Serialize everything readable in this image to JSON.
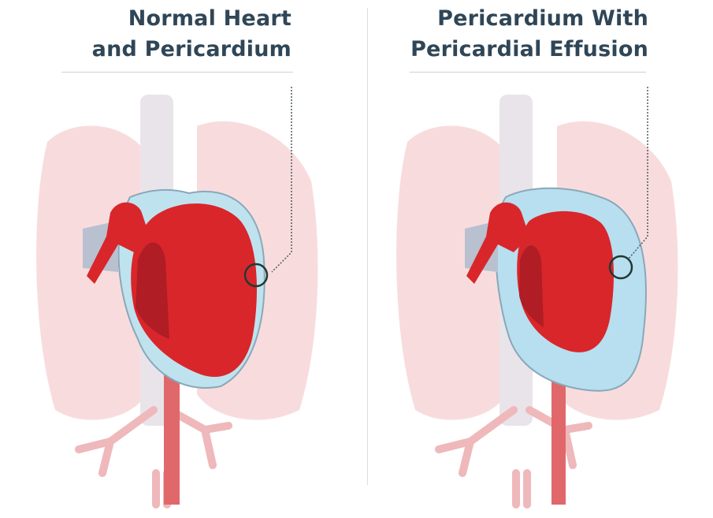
{
  "panels": [
    {
      "title_line1": "Normal Heart",
      "title_line2": "and Pericardium"
    },
    {
      "title_line1": "Pericardium With",
      "title_line2": "Pericardial Effusion"
    }
  ],
  "colors": {
    "title": "#2f4657",
    "heart": "#d9262b",
    "heart_dark": "#b01d24",
    "pericardium": "#bfe3ee",
    "effusion": "#b7dfef",
    "lung": "#f6d3d4",
    "circle_marker": "#1f3a36"
  }
}
